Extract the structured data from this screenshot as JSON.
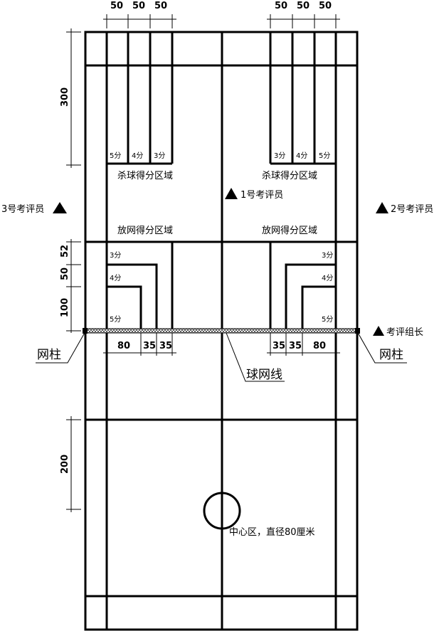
{
  "dimensions": {
    "top_left": [
      "50",
      "50",
      "50"
    ],
    "top_right": [
      "50",
      "50",
      "50"
    ],
    "back": "300",
    "net_52": "52",
    "net_50": "50",
    "net_100": "100",
    "front_left": [
      "80",
      "35",
      "35"
    ],
    "front_right": [
      "35",
      "35",
      "80"
    ],
    "center": "200"
  },
  "zones": {
    "smash": "杀球得分区域",
    "drop": "放网得分区域",
    "p5": "5分",
    "p4": "4分",
    "p3": "3分"
  },
  "judges": {
    "j1": "1号考评员",
    "j2": "2号考评员",
    "j3": "3号考评员",
    "head": "考评组长"
  },
  "labels": {
    "post_left": "网柱",
    "post_right": "网柱",
    "net": "球网线",
    "center": "中心区，直径80厘米"
  }
}
